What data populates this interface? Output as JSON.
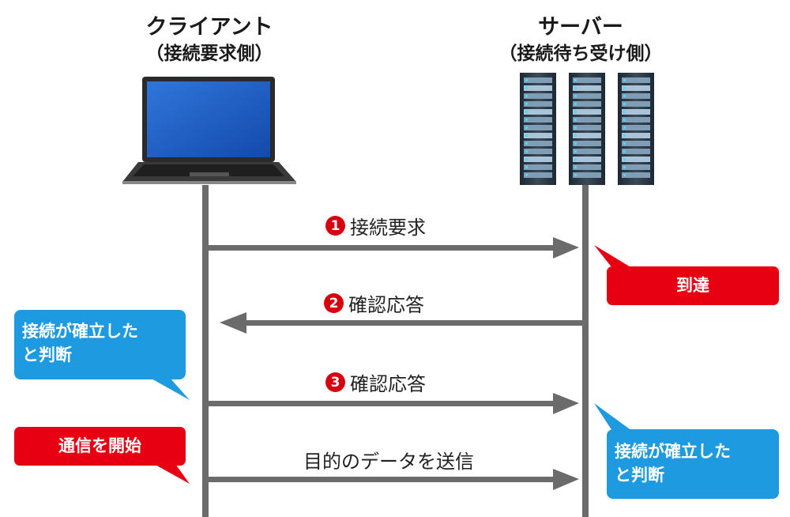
{
  "client": {
    "title": "クライアント",
    "subtitle": "（接続要求側）"
  },
  "server": {
    "title": "サーバー",
    "subtitle": "（接続待ち受け側）"
  },
  "messages": [
    {
      "num": "1",
      "label": "接続要求"
    },
    {
      "num": "2",
      "label": "確認応答"
    },
    {
      "num": "3",
      "label": "確認応答"
    },
    {
      "label": "目的のデータを送信"
    }
  ],
  "callouts": {
    "arrival": "到達",
    "client_established": "接続が確立した\nと判断",
    "start_comm": "通信を開始",
    "server_established": "接続が確立した\nと判断"
  },
  "colors": {
    "red": "#e60012",
    "blue": "#1e9be0",
    "line": "#6b6b6b"
  }
}
